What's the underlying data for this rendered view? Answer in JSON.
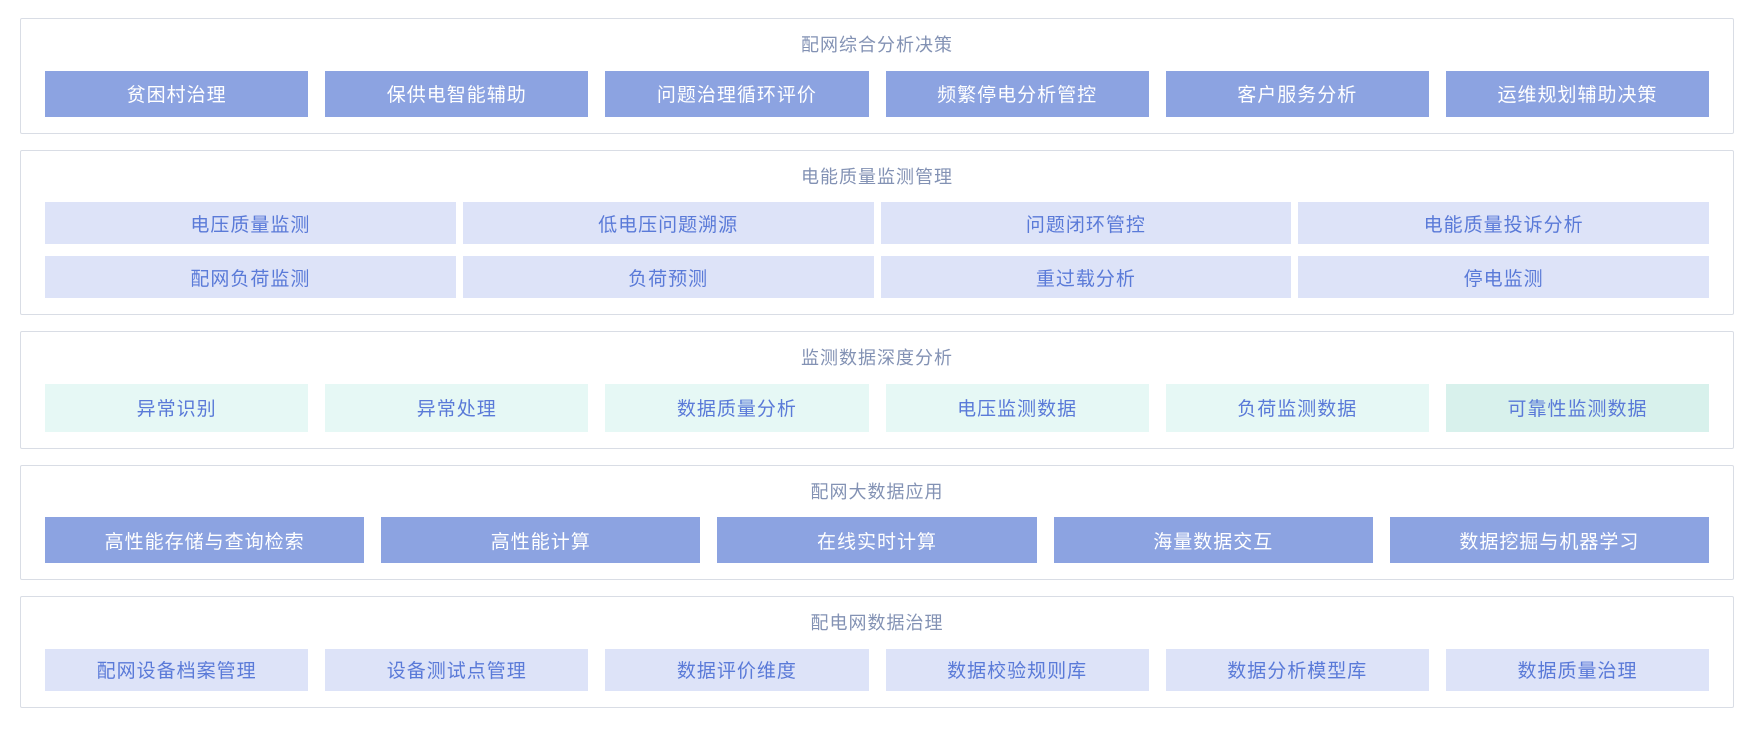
{
  "colors": {
    "panel_border": "#d9dde5",
    "section_title_text": "#8392b4",
    "solid_tile_bg": "#8ca3e1",
    "solid_tile_text": "#ffffff",
    "lavender_tile_bg": "#dde3f8",
    "mint_tile_bg": "#e6f8f5",
    "mint_tile_alt_bg": "#d8f1ec",
    "light_tile_text": "#5a7ad8"
  },
  "sections": [
    {
      "title": "配网综合分析决策",
      "style": "solid",
      "rows": [
        [
          "贫困村治理",
          "保供电智能辅助",
          "问题治理循环评价",
          "频繁停电分析管控",
          "客户服务分析",
          "运维规划辅助决策"
        ]
      ]
    },
    {
      "title": "电能质量监测管理",
      "style": "lavender",
      "rows": [
        [
          "电压质量监测",
          "低电压问题溯源",
          "问题闭环管控",
          "电能质量投诉分析"
        ],
        [
          "配网负荷监测",
          "负荷预测",
          "重过载分析",
          "停电监测"
        ]
      ]
    },
    {
      "title": "监测数据深度分析",
      "style": "mint",
      "rows": [
        [
          "异常识别",
          "异常处理",
          "数据质量分析",
          "电压监测数据",
          "负荷监测数据",
          "可靠性监测数据"
        ]
      ]
    },
    {
      "title": "配网大数据应用",
      "style": "solid",
      "rows": [
        [
          "高性能存储与查询检索",
          "高性能计算",
          "在线实时计算",
          "海量数据交互",
          "数据挖掘与机器学习"
        ]
      ]
    },
    {
      "title": "配电网数据治理",
      "style": "lavender",
      "rows": [
        [
          "配网设备档案管理",
          "设备测试点管理",
          "数据评价维度",
          "数据校验规则库",
          "数据分析模型库",
          "数据质量治理"
        ]
      ]
    }
  ]
}
